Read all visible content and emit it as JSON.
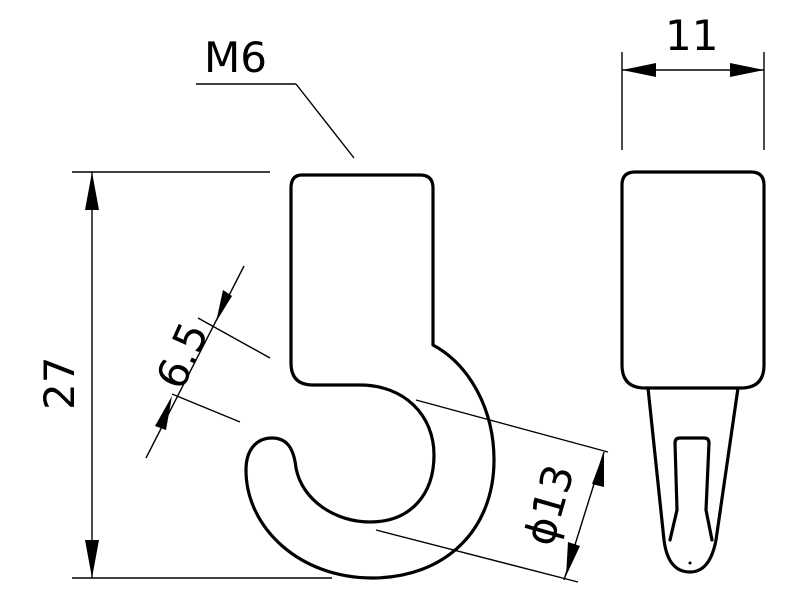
{
  "title": "",
  "dimensions": {
    "thread": "M6",
    "width_side": "11",
    "overall_height": "27",
    "opening": "6.5",
    "diameter": "ϕ13"
  },
  "views": [
    "front-view",
    "side-view"
  ]
}
